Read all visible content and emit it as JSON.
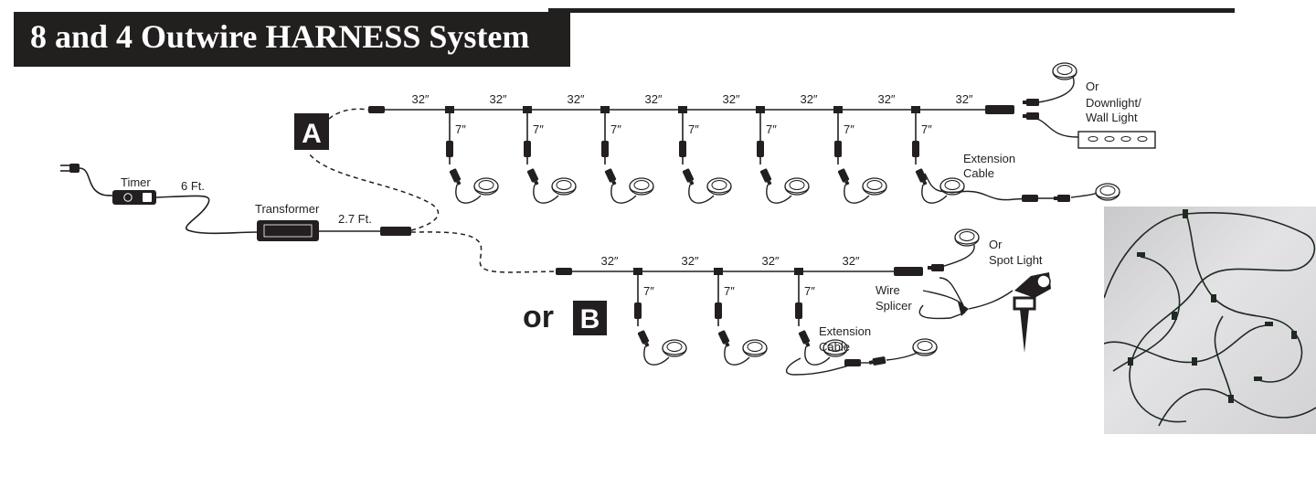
{
  "title": "8 and 4 Outwire HARNESS System",
  "labels": {
    "timer": "Timer",
    "six_ft": "6 Ft.",
    "transformer": "Transformer",
    "two_seven_ft": "2.7 Ft.",
    "option_a": "A",
    "option_b": "B",
    "or_word": "or",
    "or_downlight_1": "Or",
    "or_downlight_2": "Downlight/",
    "or_downlight_3": "Wall Light",
    "extension_a_1": "Extension",
    "extension_a_2": "Cable",
    "or_spot_1": "Or",
    "or_spot_2": "Spot Light",
    "wire_splicer_1": "Wire",
    "wire_splicer_2": "Splicer",
    "extension_b_1": "Extension",
    "extension_b_2": "Cable"
  },
  "harness_a": {
    "segment_labels": [
      "32″",
      "32″",
      "32″",
      "32″",
      "32″",
      "32″",
      "32″",
      "32″"
    ],
    "drop_labels": [
      "7″",
      "7″",
      "7″",
      "7″",
      "7″",
      "7″",
      "7″"
    ]
  },
  "harness_b": {
    "segment_labels": [
      "32″",
      "32″",
      "32″",
      "32″"
    ],
    "drop_labels": [
      "7″",
      "7″",
      "7″"
    ]
  },
  "colors": {
    "ink": "#231f20",
    "title_bg": "#221f1f",
    "title_fg": "#ffffff"
  }
}
